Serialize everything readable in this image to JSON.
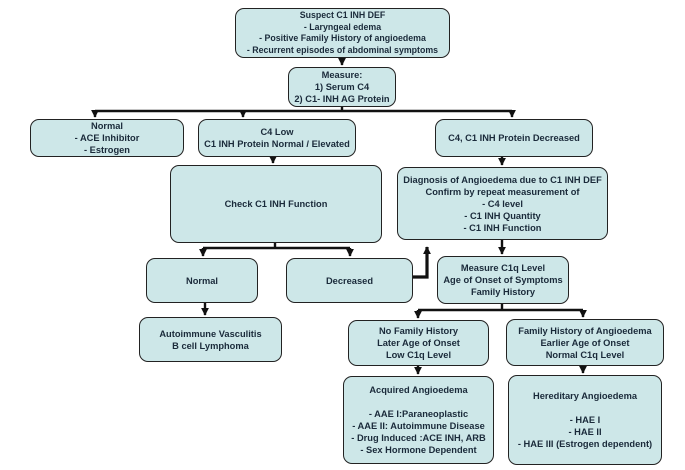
{
  "title": "Suspect C1 INH DEF diagnostic flowchart",
  "colors": {
    "box_fill": "#cde7e8",
    "box_border": "#222222",
    "text": "#1a2a3a",
    "arrow": "#111111",
    "background": "#ffffff"
  },
  "nodes": {
    "suspect": {
      "lines": [
        "Suspect C1 INH DEF",
        "- Laryngeal edema",
        "- Positive Family History of angioedema",
        "- Recurrent episodes of abdominal symptoms"
      ]
    },
    "measure": {
      "lines": [
        "Measure:",
        "1) Serum C4",
        "2) C1- INH AG Protein"
      ]
    },
    "normal_ace": {
      "lines": [
        "Normal",
        "- ACE Inhibitor",
        "- Estrogen"
      ]
    },
    "c4_low": {
      "lines": [
        "C4 Low",
        "C1 INH Protein Normal / Elevated"
      ]
    },
    "c4_c1_decreased": {
      "lines": [
        "C4, C1 INH Protein Decreased"
      ]
    },
    "check_function": {
      "lines": [
        "Check C1 INH Function"
      ]
    },
    "diagnosis": {
      "lines": [
        "Diagnosis of Angioedema due to C1 INH DEF",
        "Confirm by repeat measurement of",
        "- C4 level",
        "- C1 INH Quantity",
        "- C1 INH Function"
      ]
    },
    "normal_result": {
      "lines": [
        "Normal"
      ]
    },
    "decreased_result": {
      "lines": [
        "Decreased"
      ]
    },
    "measure_c1q": {
      "lines": [
        "Measure C1q Level",
        "Age of Onset of Symptoms",
        "Family History"
      ]
    },
    "autoimmune": {
      "lines": [
        "Autoimmune Vasculitis",
        "B cell Lymphoma"
      ]
    },
    "no_family": {
      "lines": [
        "No Family History",
        "Later Age of Onset",
        "Low C1q Level"
      ]
    },
    "family_history": {
      "lines": [
        "Family History of Angioedema",
        "Earlier Age of Onset",
        "Normal C1q Level"
      ]
    },
    "acquired": {
      "lines": [
        "Acquired Angioedema",
        "",
        "- AAE I:Paraneoplastic",
        "- AAE II: Autoimmune Disease",
        "- Drug Induced :ACE INH, ARB",
        "- Sex Hormone Dependent"
      ]
    },
    "hereditary": {
      "lines": [
        "Hereditary Angioedema",
        "",
        "- HAE I",
        "- HAE II",
        "- HAE III (Estrogen dependent)"
      ]
    }
  }
}
